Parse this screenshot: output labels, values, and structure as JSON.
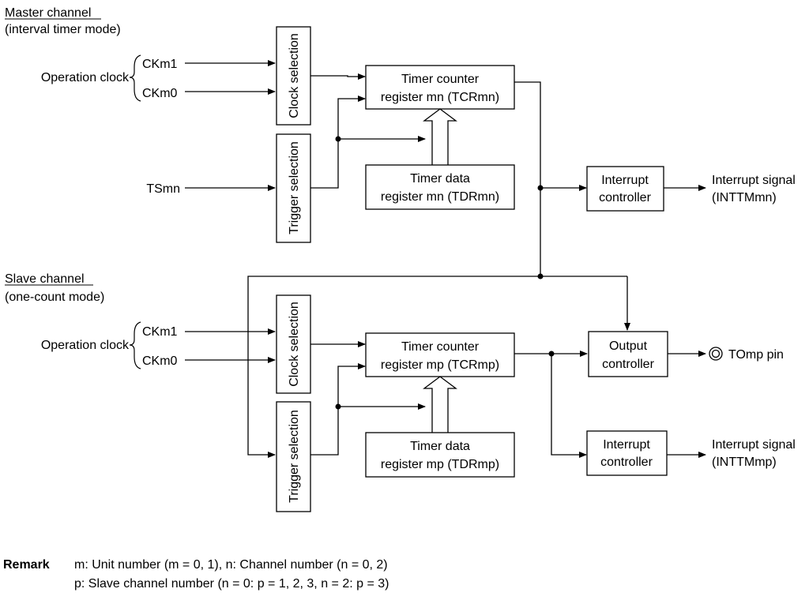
{
  "master": {
    "heading": "Master channel",
    "mode": "(interval timer mode)",
    "operation_clock": "Operation clock",
    "ck1": "CKm1",
    "ck0": "CKm0",
    "trigger_input": "TSmn",
    "clock_selection": "Clock selection",
    "trigger_selection": "Trigger selection",
    "tcr_line1": "Timer counter",
    "tcr_line2": "register mn (TCRmn)",
    "tdr_line1": "Timer data",
    "tdr_line2": "register mn (TDRmn)",
    "int_line1": "Interrupt",
    "int_line2": "controller",
    "signal_line1": "Interrupt signal",
    "signal_line2": "(INTTMmn)"
  },
  "slave": {
    "heading": "Slave channel",
    "mode": "(one-count mode)",
    "operation_clock": "Operation clock",
    "ck1": "CKm1",
    "ck0": "CKm0",
    "clock_selection": "Clock selection",
    "trigger_selection": "Trigger selection",
    "tcr_line1": "Timer counter",
    "tcr_line2": "register mp (TCRmp)",
    "tdr_line1": "Timer data",
    "tdr_line2": "register mp (TDRmp)",
    "out_line1": "Output",
    "out_line2": "controller",
    "pin_label": "TOmp pin",
    "int_line1": "Interrupt",
    "int_line2": "controller",
    "signal_line1": "Interrupt signal",
    "signal_line2": "(INTTMmp)"
  },
  "remark": {
    "keyword": "Remark",
    "line1": "m: Unit number (m = 0, 1), n: Channel number (n = 0, 2)",
    "line2": "p: Slave channel number (n = 0: p = 1, 2, 3, n = 2: p = 3)"
  }
}
